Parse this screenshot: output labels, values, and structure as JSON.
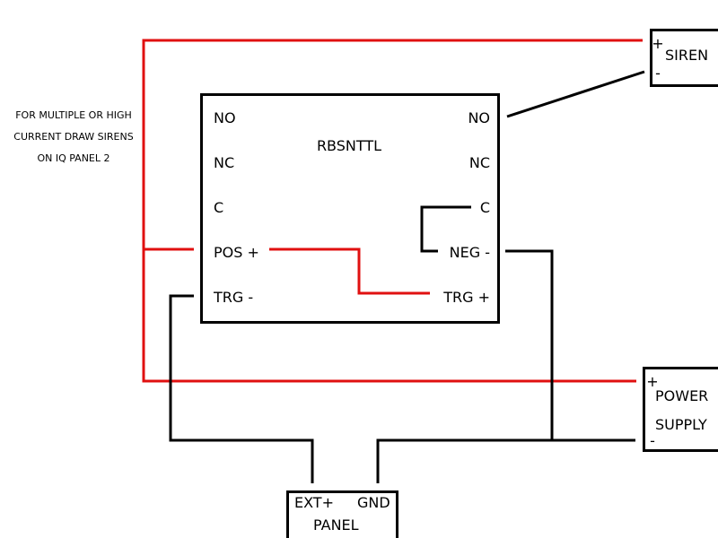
{
  "note": {
    "lines": [
      "FOR MULTIPLE OR HIGH",
      "CURRENT DRAW SIRENS",
      "ON IQ PANEL 2"
    ]
  },
  "relay": {
    "title": "RBSNTTL",
    "left_terminals": [
      "NO",
      "NC",
      "C",
      "POS +",
      "TRG -"
    ],
    "right_terminals": [
      "NO",
      "NC",
      "C",
      "NEG -",
      "TRG +"
    ]
  },
  "siren": {
    "plus": "+",
    "label": "SIREN",
    "minus": "-"
  },
  "power_supply": {
    "plus": "+",
    "label_line1": "POWER",
    "label_line2": "SUPPLY",
    "minus": "-"
  },
  "panel": {
    "ext_plus": "EXT+",
    "gnd": "GND",
    "label": "PANEL"
  },
  "colors": {
    "positive_wire": "#e01010",
    "negative_wire": "#000000"
  }
}
